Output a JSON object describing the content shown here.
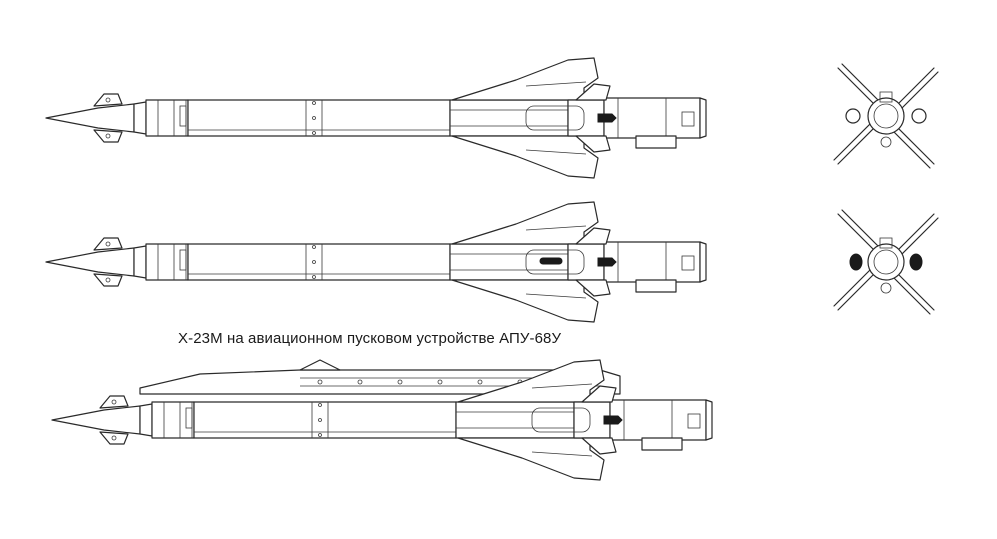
{
  "caption": "Х-23М на авиационном пусковом устройстве АПУ-68У",
  "figures": [
    {
      "id": "side-view-top",
      "label": ""
    },
    {
      "id": "side-view-middle",
      "label": ""
    },
    {
      "id": "side-view-launcher",
      "label": ""
    },
    {
      "id": "front-view-top",
      "label": ""
    },
    {
      "id": "front-view-bottom",
      "label": ""
    }
  ],
  "colors": {
    "line": "#2a2a2a",
    "background": "#ffffff",
    "fill": "#1a1a1a"
  }
}
